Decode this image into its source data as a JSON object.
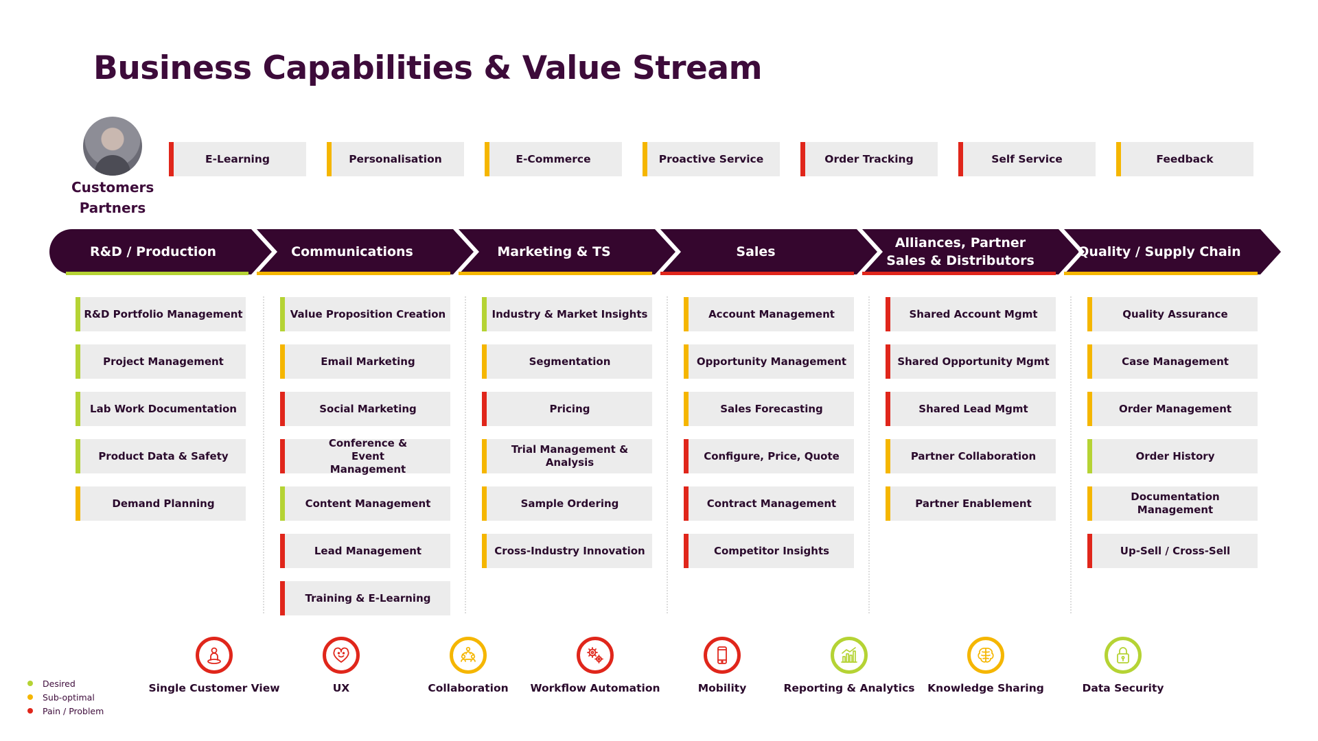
{
  "title": "Business Capabilities & Value Stream",
  "persona": {
    "line1": "Customers",
    "line2": "Partners"
  },
  "colors": {
    "desired": "#b5d334",
    "suboptimal": "#f5b600",
    "pain": "#e0261b",
    "stream": "#35062e"
  },
  "touchpoints": [
    {
      "label": "E-Learning",
      "status": "pain"
    },
    {
      "label": "Personalisation",
      "status": "suboptimal"
    },
    {
      "label": "E-Commerce",
      "status": "suboptimal"
    },
    {
      "label": "Proactive Service",
      "status": "suboptimal"
    },
    {
      "label": "Order Tracking",
      "status": "pain"
    },
    {
      "label": "Self Service",
      "status": "pain"
    },
    {
      "label": "Feedback",
      "status": "suboptimal"
    }
  ],
  "stages": [
    {
      "label": "R&D / Production",
      "status": "desired"
    },
    {
      "label": "Communications",
      "status": "suboptimal"
    },
    {
      "label": "Marketing & TS",
      "status": "suboptimal"
    },
    {
      "label": "Sales",
      "status": "pain"
    },
    {
      "label": "Alliances, Partner Sales & Distributors",
      "status": "pain"
    },
    {
      "label": "Quality / Supply Chain",
      "status": "suboptimal"
    }
  ],
  "columns": [
    [
      {
        "label": "R&D Portfolio Management",
        "status": "desired"
      },
      {
        "label": "Project Management",
        "status": "desired"
      },
      {
        "label": "Lab Work Documentation",
        "status": "desired"
      },
      {
        "label": "Product Data & Safety",
        "status": "desired"
      },
      {
        "label": "Demand Planning",
        "status": "suboptimal"
      }
    ],
    [
      {
        "label": "Value Proposition Creation",
        "status": "desired"
      },
      {
        "label": "Email Marketing",
        "status": "suboptimal"
      },
      {
        "label": "Social Marketing",
        "status": "pain"
      },
      {
        "label": "Conference & Event Management",
        "status": "pain"
      },
      {
        "label": "Content Management",
        "status": "desired"
      },
      {
        "label": "Lead Management",
        "status": "pain"
      },
      {
        "label": "Training & E-Learning",
        "status": "pain"
      }
    ],
    [
      {
        "label": "Industry & Market Insights",
        "status": "desired"
      },
      {
        "label": "Segmentation",
        "status": "suboptimal"
      },
      {
        "label": "Pricing",
        "status": "pain"
      },
      {
        "label": "Trial Management & Analysis",
        "status": "suboptimal"
      },
      {
        "label": "Sample Ordering",
        "status": "suboptimal"
      },
      {
        "label": "Cross-Industry Innovation",
        "status": "suboptimal"
      }
    ],
    [
      {
        "label": "Account Management",
        "status": "suboptimal"
      },
      {
        "label": "Opportunity Management",
        "status": "suboptimal"
      },
      {
        "label": "Sales Forecasting",
        "status": "suboptimal"
      },
      {
        "label": "Configure, Price, Quote",
        "status": "pain"
      },
      {
        "label": "Contract Management",
        "status": "pain"
      },
      {
        "label": "Competitor Insights",
        "status": "pain"
      }
    ],
    [
      {
        "label": "Shared Account Mgmt",
        "status": "pain"
      },
      {
        "label": "Shared Opportunity Mgmt",
        "status": "pain"
      },
      {
        "label": "Shared Lead Mgmt",
        "status": "pain"
      },
      {
        "label": "Partner Collaboration",
        "status": "suboptimal"
      },
      {
        "label": "Partner Enablement",
        "status": "suboptimal"
      }
    ],
    [
      {
        "label": "Quality Assurance",
        "status": "suboptimal"
      },
      {
        "label": "Case Management",
        "status": "suboptimal"
      },
      {
        "label": "Order Management",
        "status": "suboptimal"
      },
      {
        "label": "Order History",
        "status": "desired"
      },
      {
        "label": "Documentation Management",
        "status": "suboptimal"
      },
      {
        "label": "Up-Sell / Cross-Sell",
        "status": "pain"
      }
    ]
  ],
  "enablers": [
    {
      "label": "Single Customer View",
      "status": "pain",
      "icon": "person-pin-icon"
    },
    {
      "label": "UX",
      "status": "pain",
      "icon": "heart-face-icon"
    },
    {
      "label": "Collaboration",
      "status": "suboptimal",
      "icon": "people-triangle-icon"
    },
    {
      "label": "Workflow Automation",
      "status": "pain",
      "icon": "gears-icon"
    },
    {
      "label": "Mobility",
      "status": "pain",
      "icon": "smartphone-icon"
    },
    {
      "label": "Reporting & Analytics",
      "status": "desired",
      "icon": "bar-chart-icon"
    },
    {
      "label": "Knowledge Sharing",
      "status": "suboptimal",
      "icon": "brain-icon"
    },
    {
      "label": "Data Security",
      "status": "desired",
      "icon": "lock-icon"
    }
  ],
  "legend": [
    {
      "label": "Desired",
      "status": "desired"
    },
    {
      "label": "Sub-optimal",
      "status": "suboptimal"
    },
    {
      "label": "Pain / Problem",
      "status": "pain"
    }
  ]
}
